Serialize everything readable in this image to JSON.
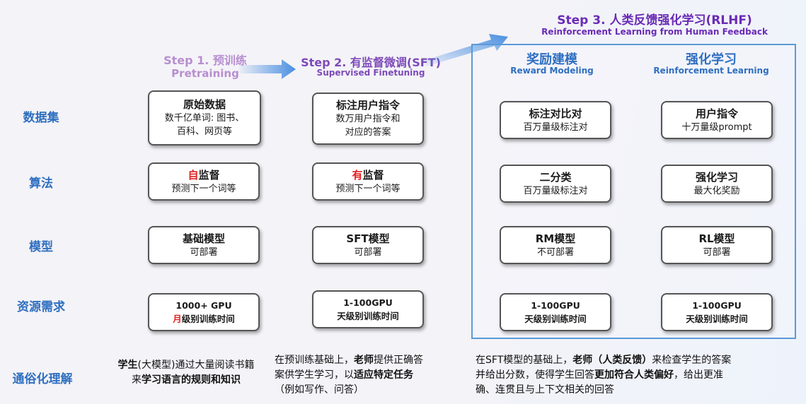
{
  "steps": {
    "step1": {
      "title": "Step 1. 预训练",
      "sub": "Pretraining"
    },
    "step2": {
      "title": "Step 2. 有监督微调(SFT)",
      "sub": "Supervised Finetuning"
    },
    "step3": {
      "title": "Step 3. 人类反馈强化学习(RLHF)",
      "sub": "Reinforcement Learning from Human Feedback"
    }
  },
  "rlhf_columns": {
    "reward": {
      "title": "奖励建模",
      "sub": "Reward Modeling"
    },
    "rl": {
      "title": "强化学习",
      "sub": "Reinforcement Learning"
    }
  },
  "row_labels": [
    "数据集",
    "算法",
    "模型",
    "资源需求",
    "通俗化理解"
  ],
  "cards": {
    "dataset": {
      "pretrain": {
        "title": "原始数据",
        "line1": "数千亿单词: 图书、",
        "line2": "百科、网页等"
      },
      "sft": {
        "title": "标注用户指令",
        "line1": "数万用户指令和",
        "line2": "对应的答案"
      },
      "reward": {
        "title": "标注对比对",
        "line1": "百万量级标注对"
      },
      "rl": {
        "title": "用户指令",
        "line1": "十万量级prompt"
      }
    },
    "algorithm": {
      "pretrain": {
        "title_red": "自",
        "title_rest": "监督",
        "line1": "预测下一个词等"
      },
      "sft": {
        "title_red": "有",
        "title_rest": "监督",
        "line1": "预测下一个词等"
      },
      "reward": {
        "title": "二分类",
        "line1": "百万量级标注对"
      },
      "rl": {
        "title": "强化学习",
        "line1": "最大化奖励"
      }
    },
    "model": {
      "pretrain": {
        "title": "基础模型",
        "line1": "可部署"
      },
      "sft": {
        "title": "SFT模型",
        "line1": "可部署"
      },
      "reward": {
        "title": "RM模型",
        "line1": "不可部署"
      },
      "rl": {
        "title": "RL模型",
        "line1": "可部署"
      }
    },
    "resources": {
      "pretrain": {
        "line1": "1000+ GPU",
        "line2_red": "月",
        "line2_rest": "级别训练时间"
      },
      "sft": {
        "line1": "1-100GPU",
        "line2": "天级别训练时间"
      },
      "reward": {
        "line1": "1-100GPU",
        "line2": "天级别训练时间"
      },
      "rl": {
        "line1": "1-100GPU",
        "line2": "天级别训练时间"
      }
    }
  },
  "explanations": {
    "pretrain": {
      "l1_a": "学生",
      "l1_b": "(大模型)通过大量阅读书籍",
      "l2_a": "来",
      "l2_b": "学习语言的规则和知识"
    },
    "sft": {
      "l1_a": "在预训练基础上，",
      "l1_b": "老师",
      "l1_c": "提供正确答",
      "l2_a": "案供学生学习，以",
      "l2_b": "适应特定任务",
      "l3": "（例如写作、问答）"
    },
    "rlhf": {
      "l1_a": "在SFT模型的基础上，",
      "l1_b": "老师（人类反馈）",
      "l1_c": "来检查学生的答案",
      "l2_a": "并给出分数，使得学生回答",
      "l2_b": "更加符合人类偏好",
      "l2_c": "，给出更准",
      "l3": "确、连贯且与上下文相关的回答"
    }
  },
  "colors": {
    "row_label": "#2f6fc0",
    "highlight": "#e02020",
    "frame": "#5b9ad6",
    "arrow": "#4a8fe0"
  }
}
